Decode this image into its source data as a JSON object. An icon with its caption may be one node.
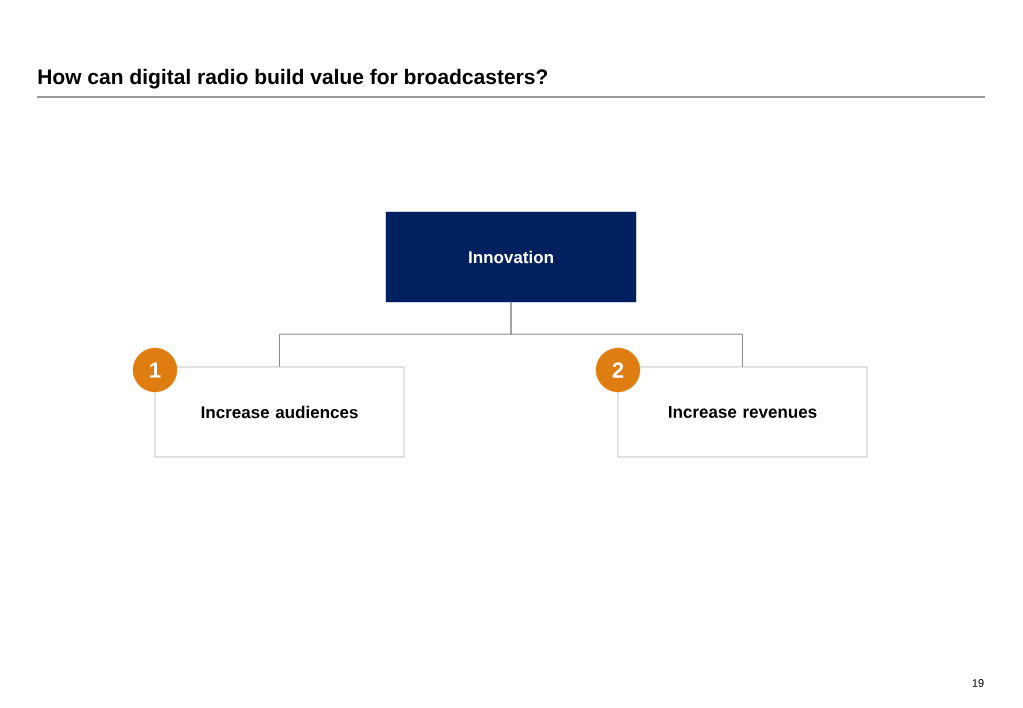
{
  "diagram": {
    "title": "How can digital radio build value for broadcasters?",
    "nodes": [
      {
        "text": [
          "Innovation"
        ]
      },
      {
        "text": [
          "1"
        ]
      },
      {
        "text": [
          "Increase audiences"
        ]
      },
      {
        "text": [
          "2"
        ]
      },
      {
        "text": [
          "Increase revenues"
        ]
      }
    ],
    "edges": [
      {
        "from": 0,
        "to": 2,
        "arrow": "none"
      },
      {
        "from": 0,
        "to": 4,
        "arrow": "none"
      }
    ],
    "labels": [
      "19"
    ]
  }
}
